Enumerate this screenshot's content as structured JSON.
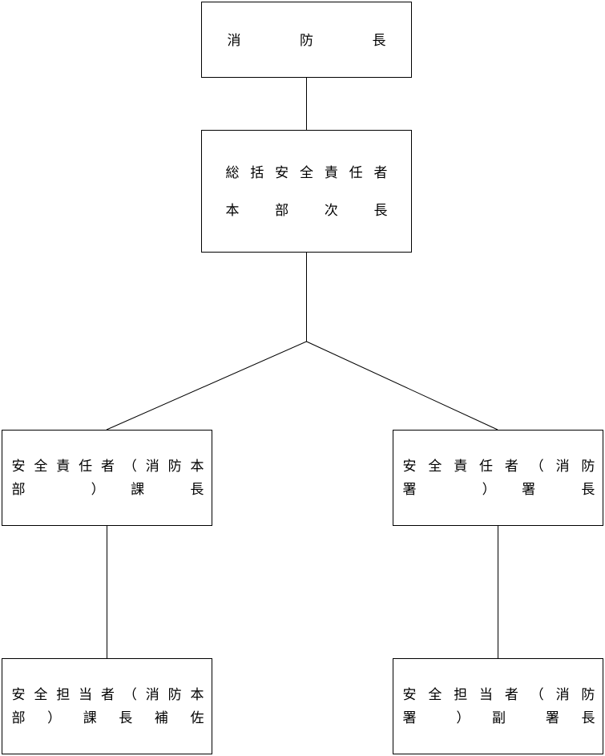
{
  "org_chart": {
    "fire_chief": {
      "line1": "消　　防　　長"
    },
    "general_safety_manager": {
      "line1": "総括安全責任者",
      "line2": "本　部　次　長"
    },
    "safety_manager_hq": {
      "line1": "安全責任者（消防本",
      "line2": "部　　　）　課　　長"
    },
    "safety_manager_station": {
      "line1": "安全責任者（消防",
      "line2": "署　　　）　署　　長"
    },
    "safety_officer_hq": {
      "line1": "安全担当者（消防本",
      "line2": "部　）　課　長　補　佐"
    },
    "safety_officer_station": {
      "line1": "安全担当者（消防",
      "line2": "署　　）　副　　署　長"
    }
  },
  "colors": {
    "line": "#000000",
    "background": "#ffffff"
  }
}
